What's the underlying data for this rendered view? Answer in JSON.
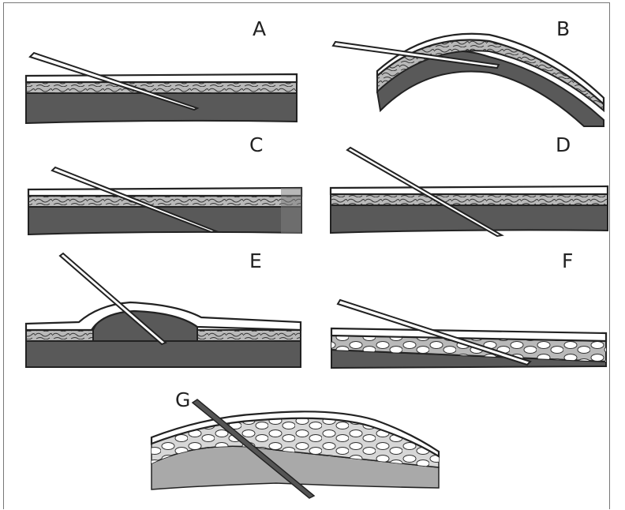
{
  "figure": {
    "panels": [
      {
        "id": "A",
        "label": "A"
      },
      {
        "id": "B",
        "label": "B"
      },
      {
        "id": "C",
        "label": "C"
      },
      {
        "id": "D",
        "label": "D"
      },
      {
        "id": "E",
        "label": "E"
      },
      {
        "id": "F",
        "label": "F"
      },
      {
        "id": "G",
        "label": "G"
      }
    ]
  },
  "colors": {
    "dermis": "#595959",
    "fat": "#b9b9b9",
    "epidermis": "#ffffff",
    "outline": "#222222",
    "g_dermis": "#a9a9a9"
  }
}
